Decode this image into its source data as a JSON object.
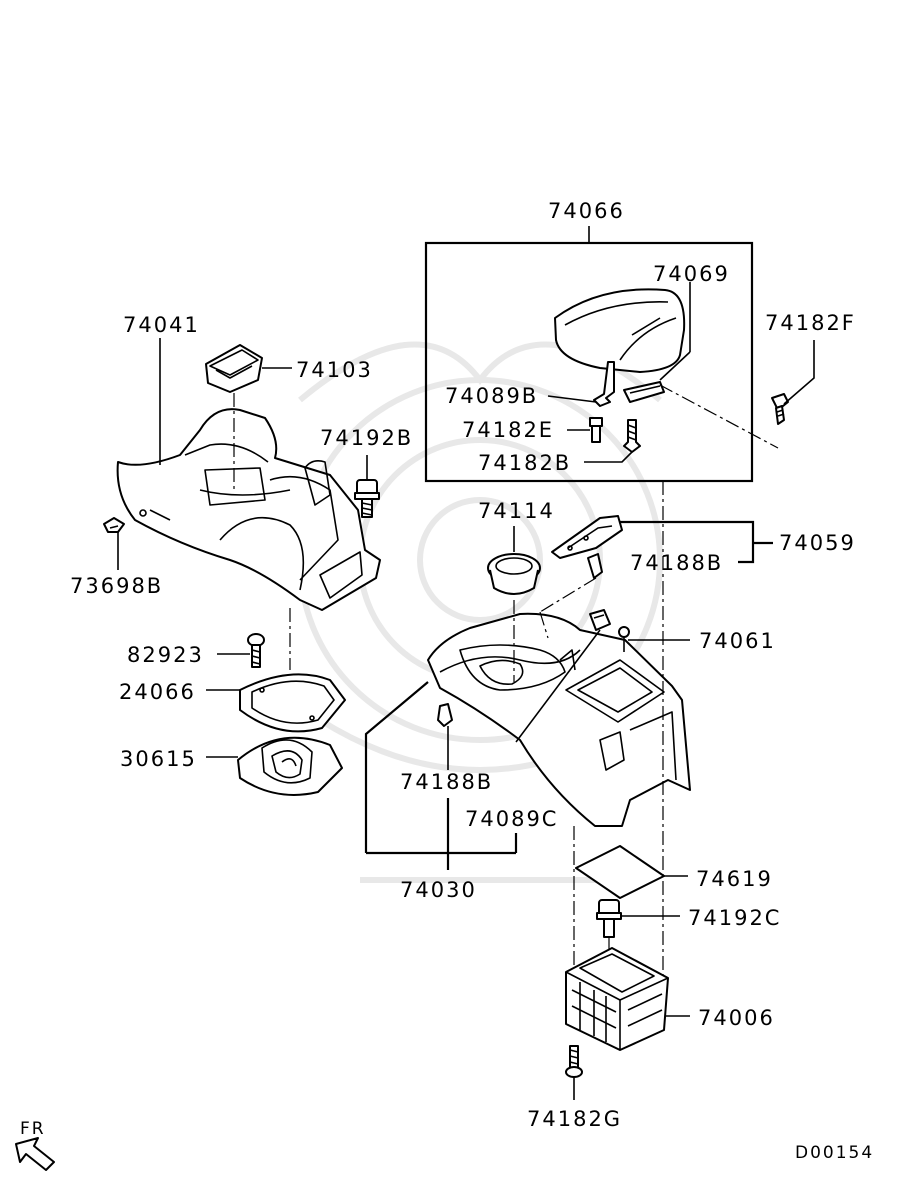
{
  "diagram_code": "D00154",
  "direction_label": "FR",
  "parts": [
    {
      "id": "p74066",
      "number": "74066"
    },
    {
      "id": "p74069",
      "number": "74069"
    },
    {
      "id": "p74182F",
      "number": "74182F"
    },
    {
      "id": "p74089B",
      "number": "74089B"
    },
    {
      "id": "p74182E",
      "number": "74182E"
    },
    {
      "id": "p74182B",
      "number": "74182B"
    },
    {
      "id": "p74041",
      "number": "74041"
    },
    {
      "id": "p74103",
      "number": "74103"
    },
    {
      "id": "p74192B",
      "number": "74192B"
    },
    {
      "id": "p73698B",
      "number": "73698B"
    },
    {
      "id": "p74114",
      "number": "74114"
    },
    {
      "id": "p74059",
      "number": "74059"
    },
    {
      "id": "p74188B_a",
      "number": "74188B"
    },
    {
      "id": "p74061",
      "number": "74061"
    },
    {
      "id": "p82923",
      "number": "82923"
    },
    {
      "id": "p24066",
      "number": "24066"
    },
    {
      "id": "p30615",
      "number": "30615"
    },
    {
      "id": "p74188B_b",
      "number": "74188B"
    },
    {
      "id": "p74089C",
      "number": "74089C"
    },
    {
      "id": "p74030",
      "number": "74030"
    },
    {
      "id": "p74619",
      "number": "74619"
    },
    {
      "id": "p74192C",
      "number": "74192C"
    },
    {
      "id": "p74006",
      "number": "74006"
    },
    {
      "id": "p74182G",
      "number": "74182G"
    }
  ]
}
